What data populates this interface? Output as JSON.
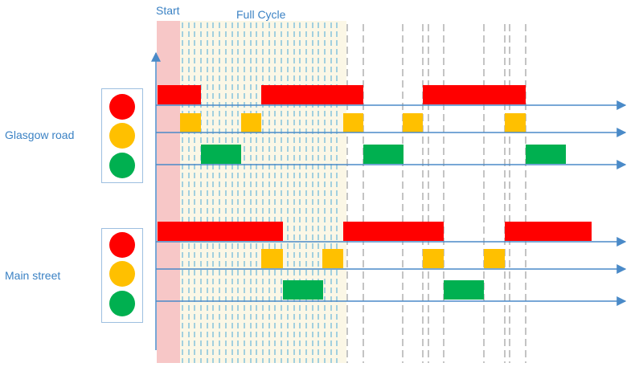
{
  "labels": {
    "start": "Start",
    "full_cycle": "Full Cycle",
    "group1": "Glasgow road",
    "group2": "Main street"
  },
  "colors": {
    "red": "#ff0000",
    "amber": "#ffc000",
    "green": "#00b050",
    "axis": "#4a8ac8",
    "start_band": "#f7c7c7",
    "cycle_band": "#fbf7e6",
    "dash_blue": "#4aa9d8",
    "dash_gray": "#888888"
  },
  "groups": [
    {
      "name": "Glasgow road",
      "red": [
        [
          196,
          250
        ],
        [
          325,
          452
        ],
        [
          526,
          654
        ]
      ],
      "amber": [
        [
          224,
          250
        ],
        [
          300,
          325
        ],
        [
          427,
          452
        ],
        [
          501,
          526
        ],
        [
          628,
          654
        ]
      ],
      "green": [
        [
          250,
          300
        ],
        [
          452,
          502
        ],
        [
          654,
          704
        ]
      ]
    },
    {
      "name": "Main street",
      "red": [
        [
          196,
          352
        ],
        [
          427,
          552
        ],
        [
          628,
          736
        ]
      ],
      "amber": [
        [
          325,
          352
        ],
        [
          401,
          427
        ],
        [
          526,
          552
        ],
        [
          602,
          628
        ]
      ],
      "green": [
        [
          352,
          402
        ],
        [
          552,
          602
        ]
      ]
    }
  ]
}
